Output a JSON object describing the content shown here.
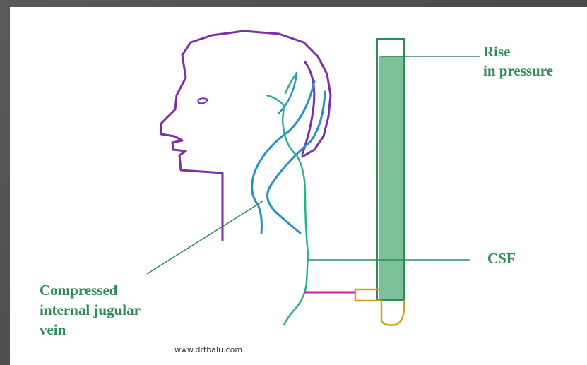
{
  "labels": {
    "rise_line1": "Rise",
    "rise_line2": "in pressure",
    "csf": "CSF",
    "vein_line1": "Compressed",
    "vein_line2": "internal jugular",
    "vein_line3": "vein"
  },
  "credit": "www.drtbalu.com",
  "colors": {
    "head_outline": "#7b2fa8",
    "vein": "#2b8fc9",
    "spine": "#2ab38a",
    "csf_column": "#2e8b57",
    "tube": "#2e8b57",
    "connector": "#c020b0",
    "reservoir": "#d4a017",
    "label_text": "#2e8b57"
  }
}
